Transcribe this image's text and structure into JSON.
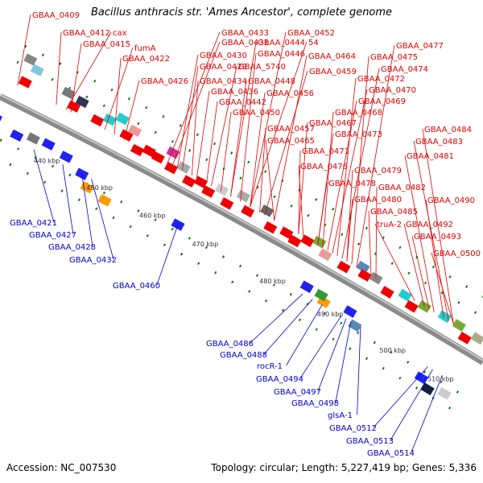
{
  "title": "Bacillus anthracis str. 'Ames Ancestor', complete genome",
  "footer": {
    "accession": "Accession: NC_007530",
    "topology": "Topology: circular; Length: 5,227,419 bp; Genes: 5,336"
  },
  "colors": {
    "forward_label": "#e00000",
    "reverse_label": "#0000cc",
    "backbone": "#8a8a8a",
    "tick": "#117711"
  },
  "ticks": [
    "440 kbp",
    "450 kbp",
    "460 kbp",
    "470 kbp",
    "480 kbp",
    "490 kbp",
    "500 kbp",
    "510 kbp"
  ],
  "labels_forward": [
    "GBAA_0409",
    "GBAA_0412",
    "cax",
    "GBAA_0415",
    "fumA",
    "GBAA_0422",
    "GBAA_0426",
    "GBAA_0433",
    "GBAA_0452",
    "GBAA_0431",
    "GBAA_0444",
    "54",
    "GBAA_0430",
    "GBAA_0446",
    "GBAA_0464",
    "GBAA_0477",
    "GBAA_0475",
    "GBAA_0429",
    "GBAA_5740",
    "GBAA_0459",
    "GBAA_0474",
    "GBAA_0434",
    "GBAA_0448",
    "GBAA_0472",
    "GBAA_0436",
    "GBAA_0456",
    "GBAA_0470",
    "GBAA_0442",
    "GBAA_0469",
    "GBAA_0450",
    "GBAA_0468",
    "GBAA_0467",
    "GBAA_0457",
    "GBAA_0473",
    "GBAA_0465",
    "GBAA_0471",
    "GBAA_0484",
    "GBAA_0483",
    "GBAA_0481",
    "GBAA_0476",
    "GBAA_0479",
    "GBAA_0478",
    "GBAA_0482",
    "GBAA_0480",
    "GBAA_0490",
    "GBAA_0485",
    "truA-2",
    "GBAA_0492",
    "GBAA_0493",
    "GBAA_0500"
  ],
  "labels_reverse": [
    "GBAA_0421",
    "GBAA_0427",
    "GBAA_0428",
    "GBAA_0432",
    "GBAA_0460",
    "GBAA_0486",
    "GBAA_0488",
    "rocR-1",
    "GBAA_0494",
    "GBAA_0497",
    "GBAA_0498",
    "glsA-1",
    "GBAA_0512",
    "GBAA_0513",
    "GBAA_0514"
  ]
}
